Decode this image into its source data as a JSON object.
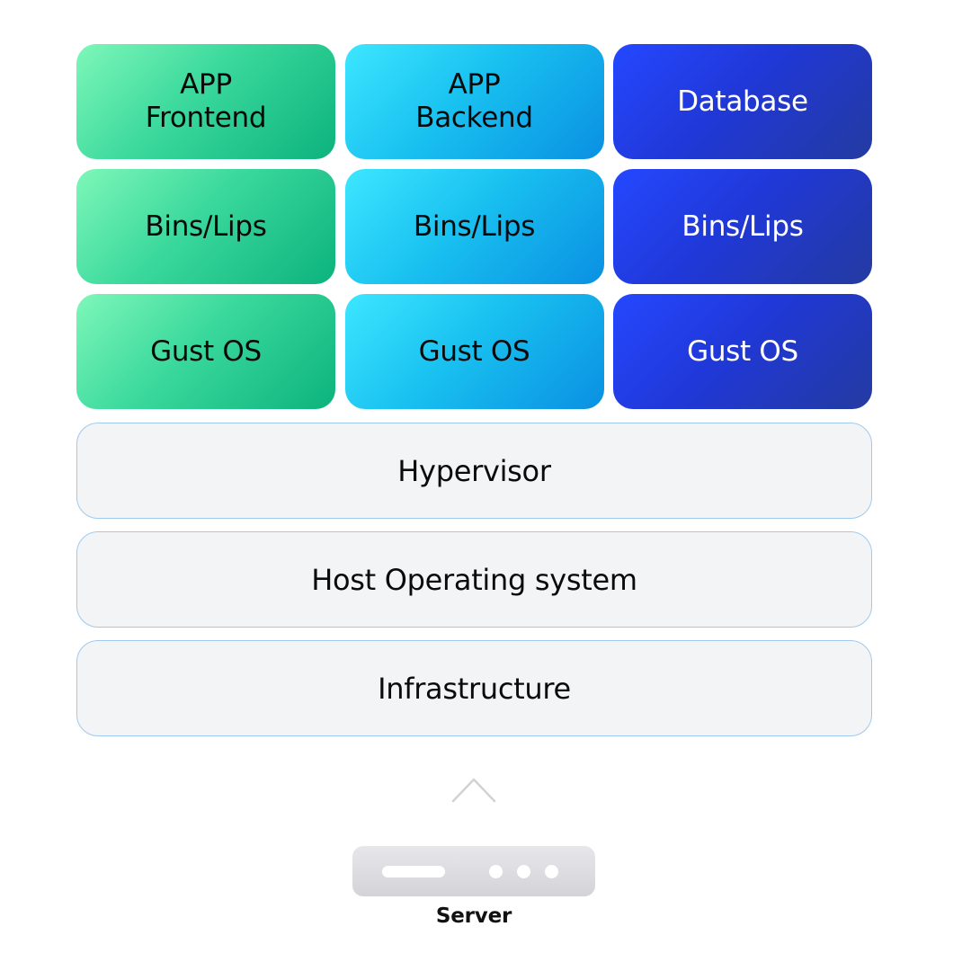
{
  "vm_stacks": {
    "frontend": {
      "app_line1": "APP",
      "app_line2": "Frontend",
      "bins": "Bins/Lips",
      "os": "Gust OS"
    },
    "backend": {
      "app_line1": "APP",
      "app_line2": "Backend",
      "bins": "Bins/Lips",
      "os": "Gust OS"
    },
    "database": {
      "app_label": "Database",
      "bins": "Bins/Lips",
      "os": "Gust OS"
    }
  },
  "layers": {
    "hypervisor": "Hypervisor",
    "host_os": "Host Operating system",
    "infrastructure": "Infrastructure"
  },
  "server": {
    "label": "Server",
    "icon": "server-icon"
  },
  "connector": {
    "icon": "chevron-up-icon"
  },
  "colors": {
    "frontend_accent": "#0cb37d",
    "backend_accent": "#0a90e2",
    "database_accent": "#2038d8",
    "layer_fill": "#f3f4f6",
    "layer_border": "#9fc9ee"
  }
}
